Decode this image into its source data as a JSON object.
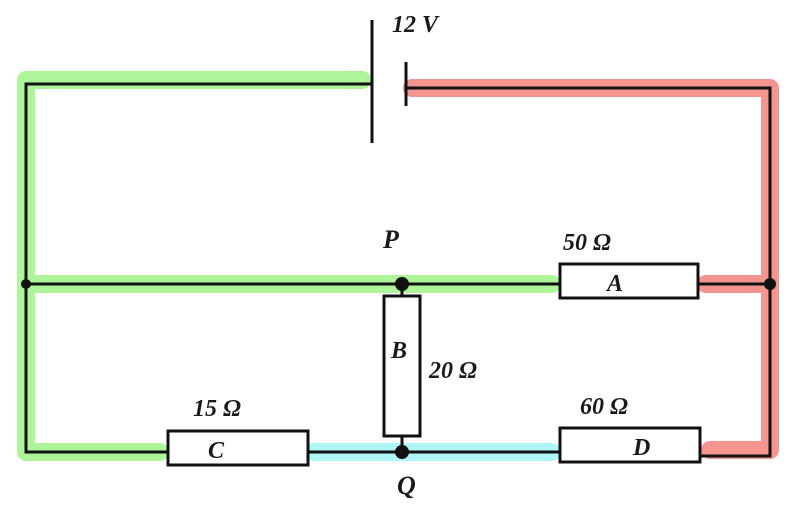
{
  "diagram": {
    "type": "circuit",
    "battery": {
      "label": "12 V"
    },
    "nodes": [
      {
        "id": "P",
        "label": "P"
      },
      {
        "id": "Q",
        "label": "Q"
      }
    ],
    "resistors": [
      {
        "id": "A",
        "label": "A",
        "value": "50 Ω"
      },
      {
        "id": "B",
        "label": "B",
        "value": "20 Ω"
      },
      {
        "id": "C",
        "label": "C",
        "value": "15 Ω"
      },
      {
        "id": "D",
        "label": "D",
        "value": "60 Ω"
      }
    ],
    "highlight_colors": {
      "green": "#aef59a",
      "red": "#f4958f",
      "cyan": "#aef6f8"
    }
  }
}
